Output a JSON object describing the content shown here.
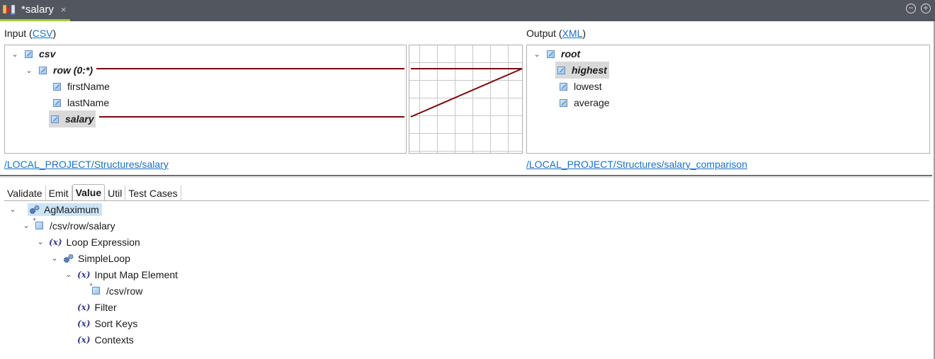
{
  "editor_tab": {
    "title": "*salary",
    "icon": "map-file-icon",
    "close_glyph": "×",
    "accent_color": "#a4c93a"
  },
  "window_controls": {
    "minimize": "−",
    "maximize": "+"
  },
  "input": {
    "label_prefix": "Input (",
    "format": "CSV",
    "label_suffix": ")",
    "tree": [
      {
        "label": "csv",
        "depth": 0,
        "expanded": true,
        "bold_italic": true
      },
      {
        "label": "row (0:*)",
        "depth": 1,
        "expanded": true,
        "bold_italic": true,
        "mapped": true
      },
      {
        "label": "firstName",
        "depth": 2
      },
      {
        "label": "lastName",
        "depth": 2
      },
      {
        "label": "salary",
        "depth": 2,
        "bold_italic": true,
        "selected": true,
        "mapped": true
      }
    ],
    "structure_link": "/LOCAL_PROJECT/Structures/salary"
  },
  "output": {
    "label_prefix": "Output (",
    "format": "XML",
    "label_suffix": ")",
    "tree": [
      {
        "label": "root",
        "depth": 0,
        "expanded": true,
        "bold_italic": true
      },
      {
        "label": "highest",
        "depth": 1,
        "bold_italic": true,
        "selected": true,
        "mapped": true
      },
      {
        "label": "lowest",
        "depth": 1
      },
      {
        "label": "average",
        "depth": 1
      }
    ],
    "structure_link": "/LOCAL_PROJECT/Structures/salary_comparison"
  },
  "mapping": {
    "line_color": "#7a0a0a",
    "connections": [
      {
        "from": "row (0:*)",
        "to": "highest"
      },
      {
        "from": "salary",
        "to": "highest"
      }
    ]
  },
  "bottom_tabs": {
    "items": [
      "Validate",
      "Emit",
      "Value",
      "Util",
      "Test Cases"
    ],
    "active": "Value"
  },
  "value_tree": [
    {
      "label": "AgMaximum",
      "icon": "gear-icon",
      "depth": 0,
      "expanded": true,
      "selected": true
    },
    {
      "label": "/csv/row/salary",
      "icon": "xpath-icon",
      "depth": 1,
      "expanded": true
    },
    {
      "label": "Loop Expression",
      "icon": "fx-icon",
      "depth": 2,
      "expanded": true
    },
    {
      "label": "SimpleLoop",
      "icon": "gear-icon",
      "depth": 3,
      "expanded": true
    },
    {
      "label": "Input Map Element",
      "icon": "fx-icon",
      "depth": 4,
      "expanded": true
    },
    {
      "label": "/csv/row",
      "icon": "xpath-icon",
      "depth": 5
    },
    {
      "label": "Filter",
      "icon": "fx-icon",
      "depth": 4
    },
    {
      "label": "Sort Keys",
      "icon": "fx-icon",
      "depth": 4
    },
    {
      "label": "Contexts",
      "icon": "fx-icon",
      "depth": 4
    }
  ],
  "fx_glyph": "(x)",
  "chevron_glyph": "⌄"
}
